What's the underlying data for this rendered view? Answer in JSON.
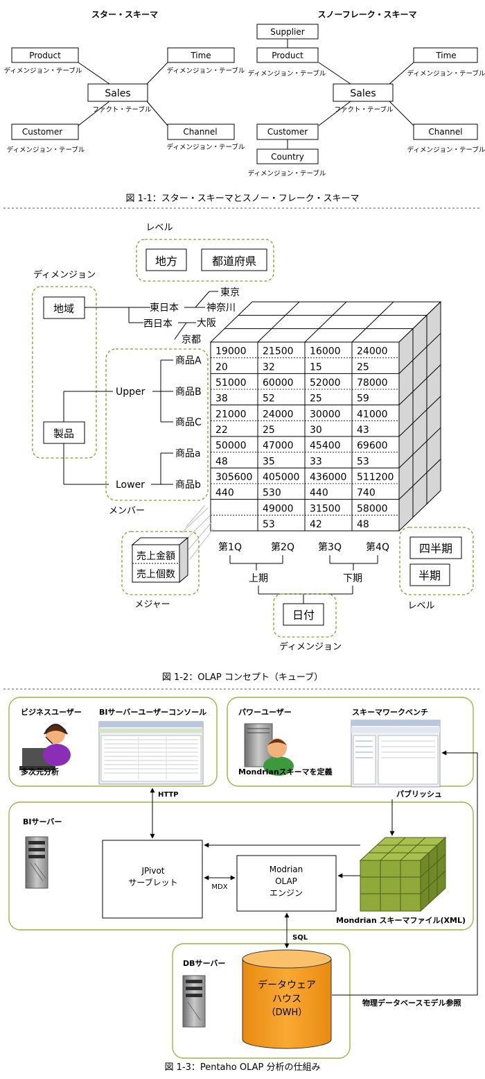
{
  "fig1": {
    "star_title": "スター・スキーマ",
    "snow_title": "スノーフレーク・スキーマ",
    "dim_label": "ディメンジョン・テーブル",
    "fact_label": "ファクト・テーブル",
    "sales": "Sales",
    "product": "Product",
    "time": "Time",
    "customer": "Customer",
    "channel": "Channel",
    "supplier": "Supplier",
    "country": "Country",
    "caption": "図 1-1：スター・スキーマとスノー・フレーク・スキーマ"
  },
  "fig2": {
    "level_top": "レベル",
    "level_region": "地方",
    "level_pref": "都道府県",
    "dimension_left": "ディメンジョン",
    "region": "地域",
    "east": "東日本",
    "west": "西日本",
    "tokyo": "東京",
    "kanagawa": "神奈川",
    "osaka": "大阪",
    "kyoto": "京都",
    "product": "製品",
    "upper": "Upper",
    "lower": "Lower",
    "item_A": "商品A",
    "item_B": "商品B",
    "item_C": "商品C",
    "item_a": "商品a",
    "item_b": "商品b",
    "member": "メンバー",
    "measure_amount": "売上金額",
    "measure_count": "売上個数",
    "measure": "メジャー",
    "q1": "第1Q",
    "q2": "第2Q",
    "q3": "第3Q",
    "q4": "第4Q",
    "h1": "上期",
    "h2": "下期",
    "date": "日付",
    "dimension_bottom": "ディメンジョン",
    "level_quarter": "四半期",
    "level_half": "半期",
    "level_right": "レベル",
    "cube_rows": [
      [
        "19000",
        "21500",
        "16000",
        "24000"
      ],
      [
        "20",
        "32",
        "15",
        "25"
      ],
      [
        "51000",
        "60000",
        "52000",
        "78000"
      ],
      [
        "38",
        "52",
        "25",
        "59"
      ],
      [
        "21000",
        "24000",
        "30000",
        "41000"
      ],
      [
        "22",
        "25",
        "30",
        "43"
      ],
      [
        "50000",
        "47000",
        "45400",
        "69600"
      ],
      [
        "48",
        "35",
        "33",
        "53"
      ],
      [
        "305600",
        "405000",
        "436000",
        "511200"
      ],
      [
        "440",
        "530",
        "440",
        "740"
      ],
      [
        "",
        "49000",
        "31500",
        "58000"
      ],
      [
        "",
        "53",
        "42",
        "48"
      ]
    ],
    "caption": "図 1-2：OLAP コンセプト（キューブ）"
  },
  "fig3": {
    "business_user": "ビジネスユーザー",
    "bi_console": "BIサーバーユーザーコンソール",
    "multidim": "多次元分析",
    "http": "HTTP",
    "power_user": "パワーユーザー",
    "schema_workbench": "スキーマワークベンチ",
    "define_schema": "Mondrianスキーマを定義",
    "publish": "パブリッシュ",
    "bi_server": "BIサーバー",
    "jpivot_1": "JPivot",
    "jpivot_2": "サーブレット",
    "mdx": "MDX",
    "engine_1": "Modrian",
    "engine_2": "OLAP",
    "engine_3": "エンジン",
    "schema_file": "Mondrian スキーマファイル(XML)",
    "sql": "SQL",
    "db_server": "DBサーバー",
    "dwh_1": "データウェア",
    "dwh_2": "ハウス",
    "dwh_3": "（DWH）",
    "physical_model": "物理データベースモデル参照",
    "caption": "図 1-3：Pentaho OLAP 分析の仕組み"
  },
  "colors": {
    "green_outline": "#9ab347",
    "dwh_orange": "#f39a1e",
    "cube_green": "#8faa3a"
  }
}
